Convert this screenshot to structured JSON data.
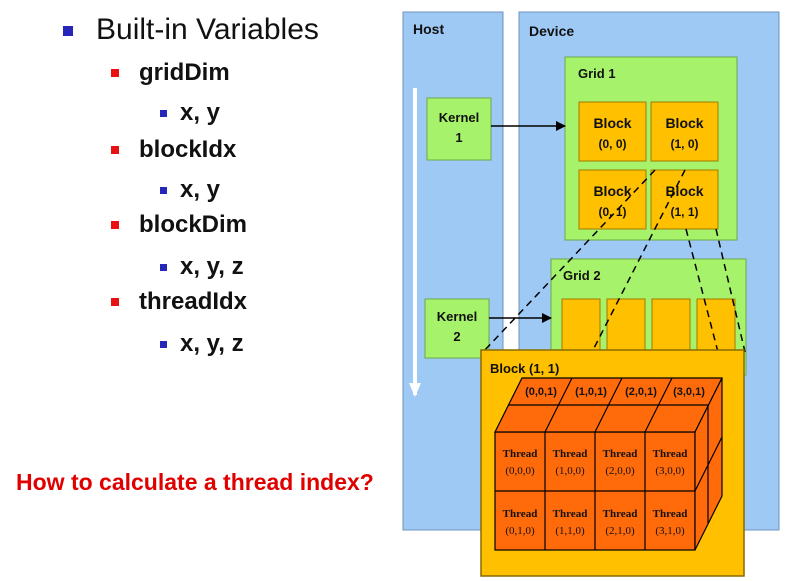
{
  "bullets": {
    "heading": "Built-in Variables",
    "items": [
      {
        "name": "gridDim",
        "sub": "x, y"
      },
      {
        "name": "blockIdx",
        "sub": "x, y"
      },
      {
        "name": "blockDim",
        "sub": "x, y, z"
      },
      {
        "name": "threadIdx",
        "sub": "x, y, z"
      }
    ]
  },
  "question": "How to calculate a thread index?",
  "diagram": {
    "host_label": "Host",
    "device_label": "Device",
    "kernel1": [
      "Kernel",
      "1"
    ],
    "kernel2": [
      "Kernel",
      "2"
    ],
    "grid1_label": "Grid 1",
    "grid2_label": "Grid 2",
    "blocks": [
      {
        "title": "Block",
        "coord": "(0, 0)"
      },
      {
        "title": "Block",
        "coord": "(1, 0)"
      },
      {
        "title": "Block",
        "coord": "(0, 1)"
      },
      {
        "title": "Block",
        "coord": "(1, 1)"
      }
    ],
    "block_detail_label": "Block (1, 1)",
    "top_labels": [
      "(0,0,1)",
      "(1,0,1)",
      "(2,0,1)",
      "(3,0,1)"
    ],
    "thread_word": "Thread",
    "thread_row0": [
      "(0,0,0)",
      "(1,0,0)",
      "(2,0,0)",
      "(3,0,0)"
    ],
    "thread_row1": [
      "(0,1,0)",
      "(1,1,0)",
      "(2,1,0)",
      "(3,1,0)"
    ]
  },
  "colors": {
    "panel_blue": "#9ec9f5",
    "grid_green": "#a6f26a",
    "block_yellow": "#ffc000",
    "cube_orange": "#ff6a0a",
    "bullet_blue": "#2626b8",
    "bullet_red": "#e81010",
    "question_red": "#e00000"
  }
}
